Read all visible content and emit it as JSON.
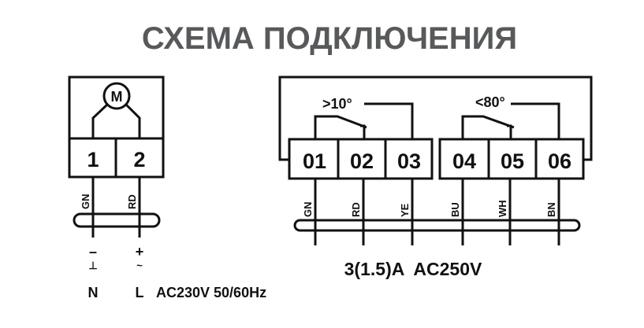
{
  "title": "СХЕМА ПОДКЛЮЧЕНИЯ",
  "motor_module": {
    "motor_symbol": "M",
    "terminals": [
      "1",
      "2"
    ],
    "wire_colors": [
      "GN",
      "RD"
    ],
    "polarity": [
      "–",
      "+"
    ],
    "polarity_sub": [
      "⊥",
      "~"
    ],
    "line_labels": [
      "N",
      "L"
    ],
    "supply": "AC230V 50/60Hz"
  },
  "switch_module": {
    "terminals": [
      "01",
      "02",
      "03",
      "04",
      "05",
      "06"
    ],
    "wire_colors": [
      "GN",
      "RD",
      "YE",
      "BU",
      "WH",
      "BN"
    ],
    "switch1_label": ">10°",
    "switch2_label": "<80°",
    "rating": "3(1.5)A  AC250V"
  }
}
